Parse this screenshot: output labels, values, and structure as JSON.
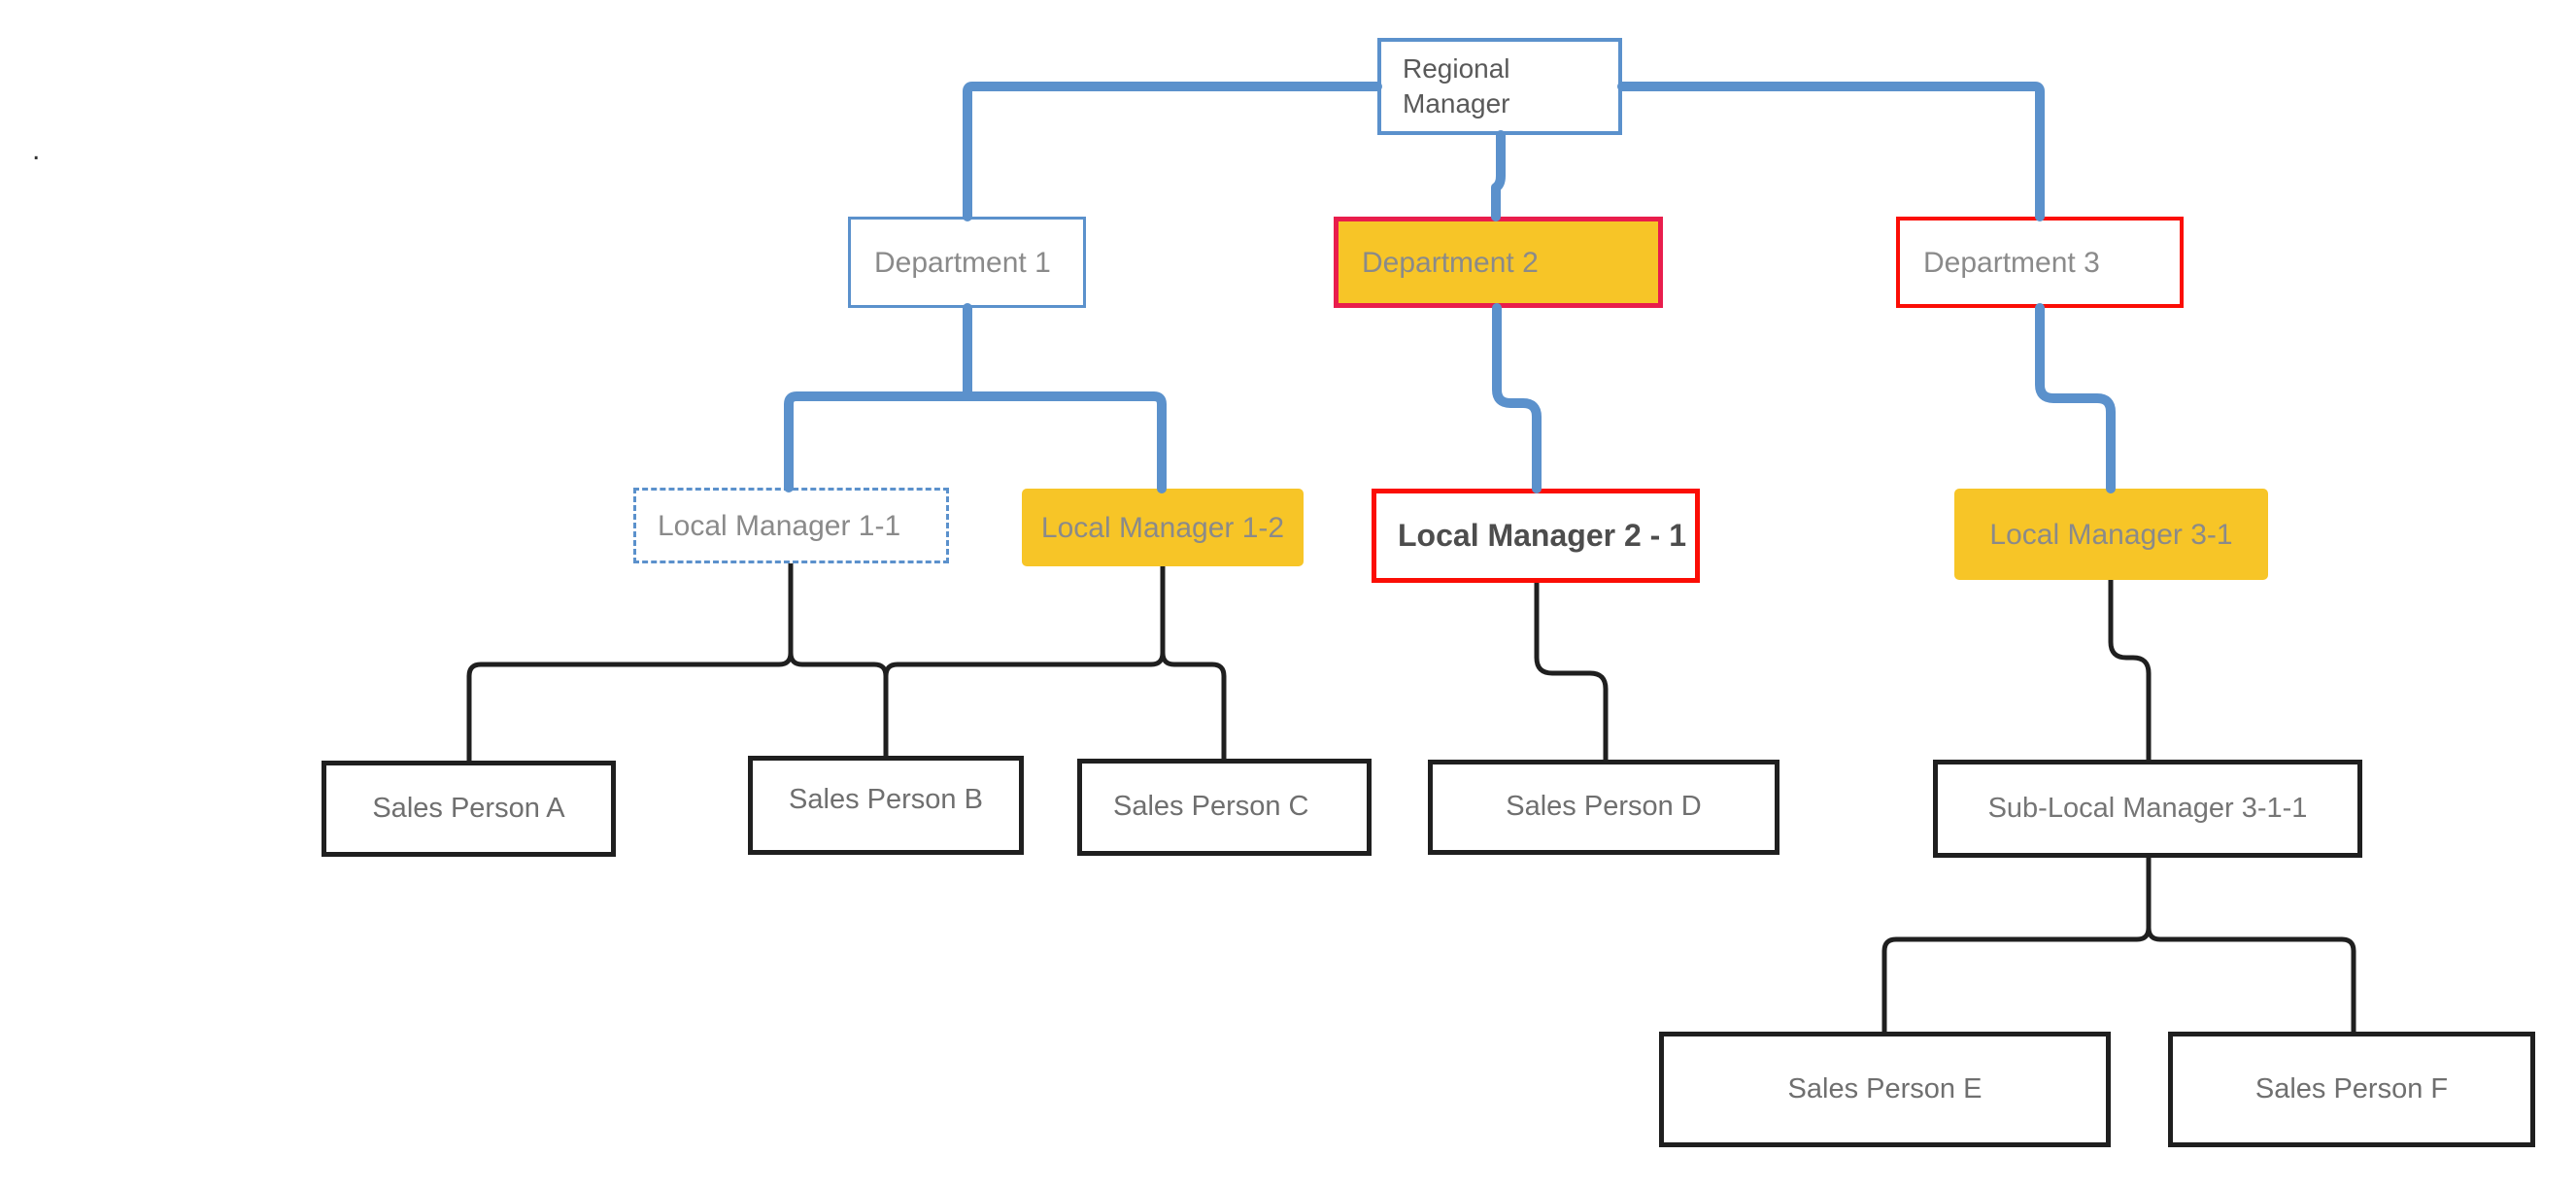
{
  "diagram": {
    "nodes": {
      "regional_manager": {
        "label": "Regional Manager"
      },
      "department_1": {
        "label": "Department 1"
      },
      "department_2": {
        "label": "Department 2"
      },
      "department_3": {
        "label": "Department 3"
      },
      "local_manager_1_1": {
        "label": "Local Manager 1-1"
      },
      "local_manager_1_2": {
        "label": "Local Manager 1-2"
      },
      "local_manager_2_1": {
        "label": "Local Manager 2 - 1"
      },
      "local_manager_3_1": {
        "label": "Local Manager 3-1"
      },
      "sales_person_a": {
        "label": "Sales Person A"
      },
      "sales_person_b": {
        "label": "Sales Person B"
      },
      "sales_person_c": {
        "label": "Sales Person C"
      },
      "sales_person_d": {
        "label": "Sales Person D"
      },
      "sub_local_manager_3_1_1": {
        "label": "Sub-Local Manager 3-1-1"
      },
      "sales_person_e": {
        "label": "Sales Person E"
      },
      "sales_person_f": {
        "label": "Sales Person F"
      }
    },
    "edges": [
      {
        "from": "Regional Manager",
        "to": "Department 1"
      },
      {
        "from": "Regional Manager",
        "to": "Department 2"
      },
      {
        "from": "Regional Manager",
        "to": "Department 3"
      },
      {
        "from": "Department 1",
        "to": "Local Manager 1-1"
      },
      {
        "from": "Department 1",
        "to": "Local Manager 1-2"
      },
      {
        "from": "Department 2",
        "to": "Local Manager 2 - 1"
      },
      {
        "from": "Department 3",
        "to": "Local Manager 3-1"
      },
      {
        "from": "Local Manager 1-1",
        "to": "Sales Person A"
      },
      {
        "from": "Local Manager 1-1",
        "to": "Sales Person B"
      },
      {
        "from": "Local Manager 1-2",
        "to": "Sales Person B"
      },
      {
        "from": "Local Manager 1-2",
        "to": "Sales Person C"
      },
      {
        "from": "Local Manager 2 - 1",
        "to": "Sales Person D"
      },
      {
        "from": "Local Manager 3-1",
        "to": "Sub-Local Manager 3-1-1"
      },
      {
        "from": "Sub-Local Manager 3-1-1",
        "to": "Sales Person E"
      },
      {
        "from": "Sub-Local Manager 3-1-1",
        "to": "Sales Person F"
      }
    ],
    "colors": {
      "connector_blue": "#5B91CC",
      "connector_black": "#1f1f1f",
      "highlight_yellow": "#F7C527",
      "border_crimson": "#E91D4C",
      "border_red": "#FB0D05",
      "border_blue": "#5B91CC",
      "border_black": "#1f1f1f"
    },
    "stray_mark": "."
  }
}
